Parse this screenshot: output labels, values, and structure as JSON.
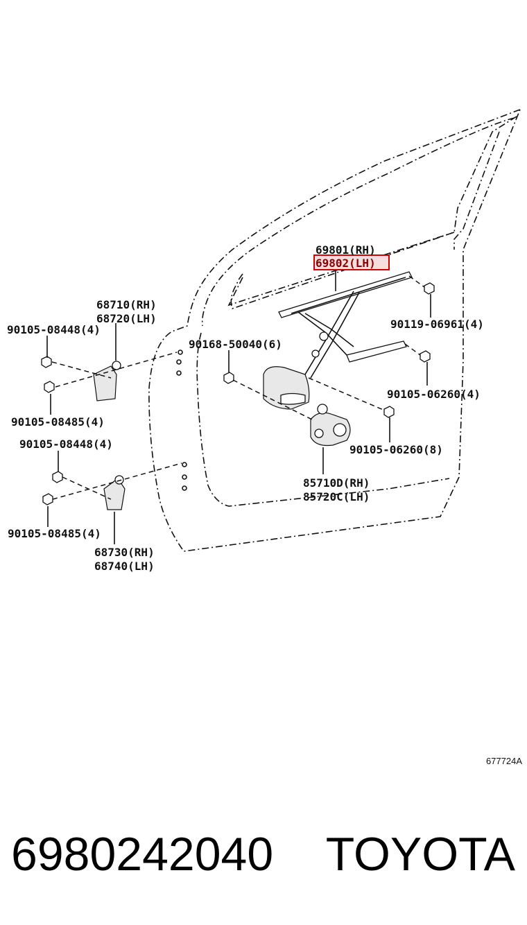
{
  "callouts": {
    "regulator_rh": "69801(RH)",
    "regulator_lh": "69802(LH)",
    "bolt_top_right": "90119-06961(4)",
    "hinge_upper_rh": "68710(RH)",
    "hinge_upper_lh": "68720(LH)",
    "bolt_upper_left_a": "90105-08448(4)",
    "bolt_upper_left_b": "90105-08485(4)",
    "bolt_center": "90168-50040(6)",
    "bolt_mid_right": "90105-06260(4)",
    "bolt_lower_right": "90105-06260(8)",
    "bolt_lower_left_a": "90105-08448(4)",
    "bolt_lower_left_b": "90105-08485(4)",
    "motor_rh": "85710D(RH)",
    "motor_lh": "85720C(LH)",
    "hinge_lower_rh": "68730(RH)",
    "hinge_lower_lh": "68740(LH)"
  },
  "highlight_color": "#cc0000",
  "diagram_ref": "677724A",
  "footer": {
    "part_number": "6980242040",
    "brand": "TOYOTA"
  }
}
